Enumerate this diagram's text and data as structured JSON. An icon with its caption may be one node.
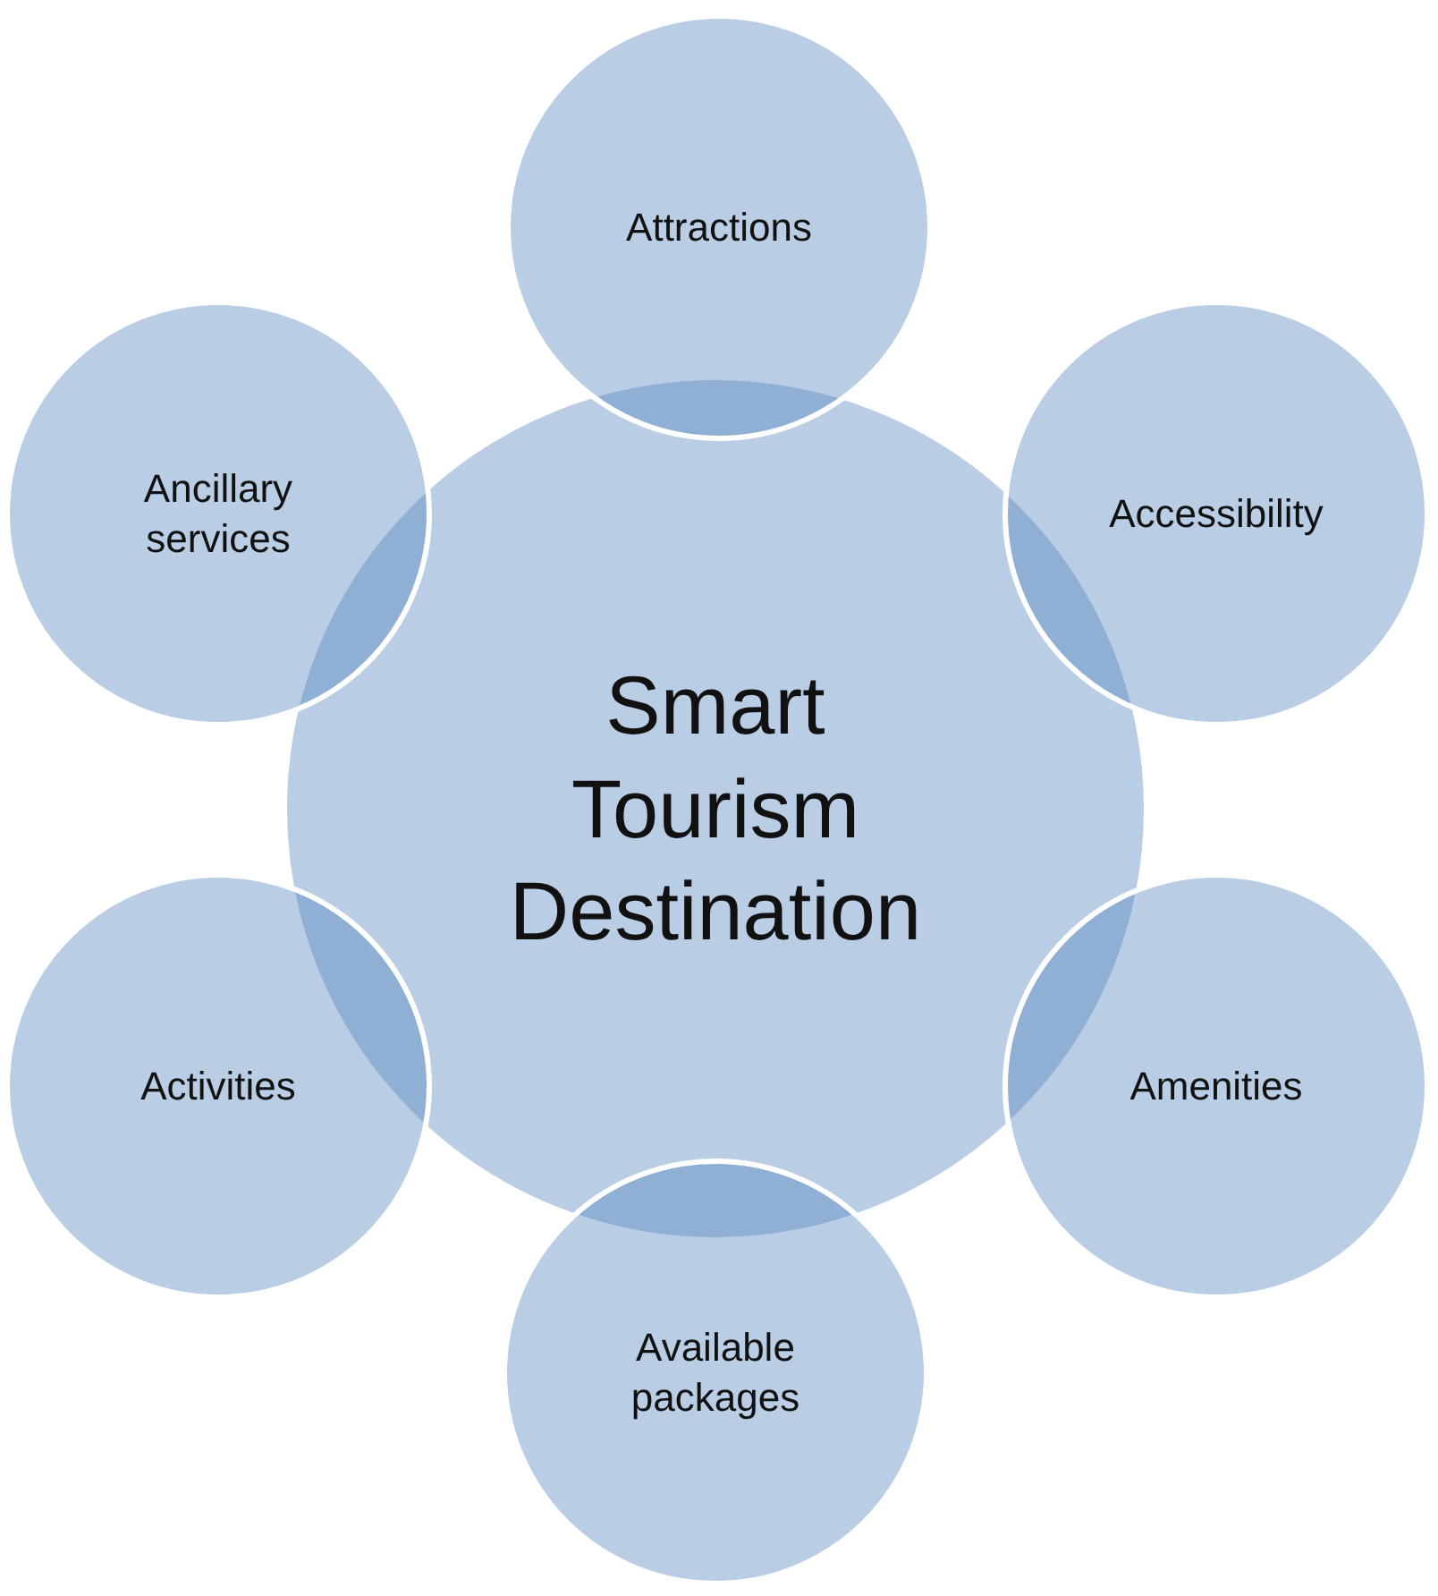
{
  "diagram": {
    "nodes": [
      {
        "text": [
          "Smart Tourism Destination"
        ]
      },
      {
        "text": [
          "Attractions"
        ]
      },
      {
        "text": [
          "Accessibility"
        ]
      },
      {
        "text": [
          "Amenities"
        ]
      },
      {
        "text": [
          "Available packages"
        ]
      },
      {
        "text": [
          "Activities"
        ]
      },
      {
        "text": [
          "Ancillary services"
        ]
      }
    ]
  }
}
